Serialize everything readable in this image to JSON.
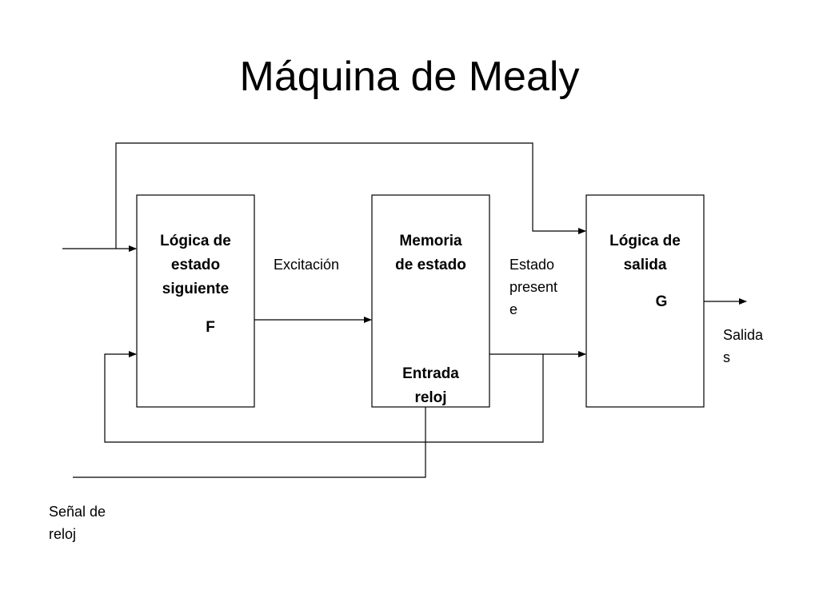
{
  "title": "Máquina de Mealy",
  "blocks": {
    "next_state_logic": {
      "line1": "Lógica de",
      "line2": "estado",
      "line3": "siguiente",
      "symbol": "F"
    },
    "state_memory": {
      "line1": "Memoria",
      "line2": "de estado",
      "clock_line1": "Entrada",
      "clock_line2": "reloj"
    },
    "output_logic": {
      "line1": "Lógica de",
      "line2": "salida",
      "symbol": "G"
    }
  },
  "labels": {
    "excitation": "Excitación",
    "present_state_1": "Estado",
    "present_state_2": "present",
    "present_state_3": "e",
    "outputs_1": "Salida",
    "outputs_2": "s",
    "clock_signal_1": "Señal de",
    "clock_signal_2": "reloj"
  },
  "colors": {
    "line": "#000000",
    "background": "#ffffff"
  }
}
